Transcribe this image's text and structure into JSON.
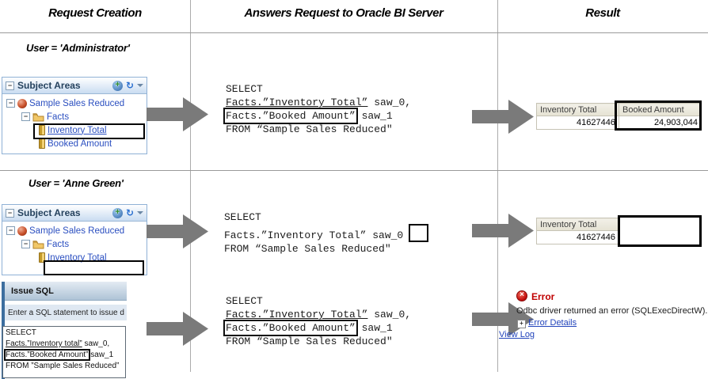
{
  "header": {
    "col1": "Request Creation",
    "col2": "Answers Request to Oracle BI Server",
    "col3": "Result"
  },
  "row_admin": {
    "user": "User = 'Administrator'",
    "panel": {
      "title": "Subject Areas",
      "root": "Sample Sales Reduced",
      "folder": "Facts",
      "item1": "Inventory Total",
      "item2": "Booked Amount"
    },
    "sql": {
      "l1": "SELECT",
      "l2_underlined": "Facts.”Inventory Total”",
      "l2_rest": " saw_0,",
      "l3_boxed": "Facts.”Booked Amount”",
      "l3_rest": " saw_1",
      "l4": "FROM “Sample Sales Reduced\""
    },
    "table": {
      "headers": [
        "Inventory Total",
        "Booked Amount"
      ],
      "values": [
        "41627446",
        "24,903,044"
      ]
    }
  },
  "row_anne": {
    "user": "User = 'Anne Green'",
    "panel": {
      "title": "Subject Areas",
      "root": "Sample Sales Reduced",
      "folder": "Facts",
      "item1": "Inventory Total"
    },
    "sql": {
      "l1": "SELECT",
      "l2": "Facts.”Inventory Total” saw_0",
      "l3": "FROM “Sample Sales Reduced\""
    },
    "table": {
      "headers": [
        "Inventory Total"
      ],
      "values": [
        "41627446"
      ]
    }
  },
  "row_issue": {
    "issue_panel": {
      "title": "Issue SQL",
      "subtitle": "Enter a SQL statement to issue d",
      "l1": "SELECT",
      "l2_underlined": "Facts.”Inventory total”",
      "l2_rest": " saw_0,",
      "l3_boxed": "Facts.”Booked Amount”",
      "l3_rest": " saw_1",
      "l4": "FROM ”Sample Sales Reduced”"
    },
    "sql": {
      "l1": "SELECT",
      "l2_underlined": "Facts.”Inventory Total”",
      "l2_rest": " saw_0,",
      "l3_boxed": "Facts.”Booked Amount”",
      "l3_rest": " saw_1",
      "l4": "FROM “Sample Sales Reduced\""
    },
    "error": {
      "title": "Error",
      "message": "Odbc driver returned an error (SQLExecDirectW).",
      "details_link": "Error Details",
      "view_log_link": "View Log"
    }
  },
  "icons": {
    "collapse_glyph": "−",
    "add_glyph": "+",
    "refresh_glyph": "↻",
    "error_x_glyph": "×",
    "expand_glyph": "+"
  },
  "colors": {
    "arrow_gray": "#7a7a7a",
    "tree_link_blue": "#2b4fc0",
    "error_red": "#c00000",
    "link_blue": "#2244bb",
    "table_header_bg": "#eae7d9",
    "panel_border_blue": "#8fb1d6",
    "issue_strip_blue": "#3c6e9f"
  }
}
